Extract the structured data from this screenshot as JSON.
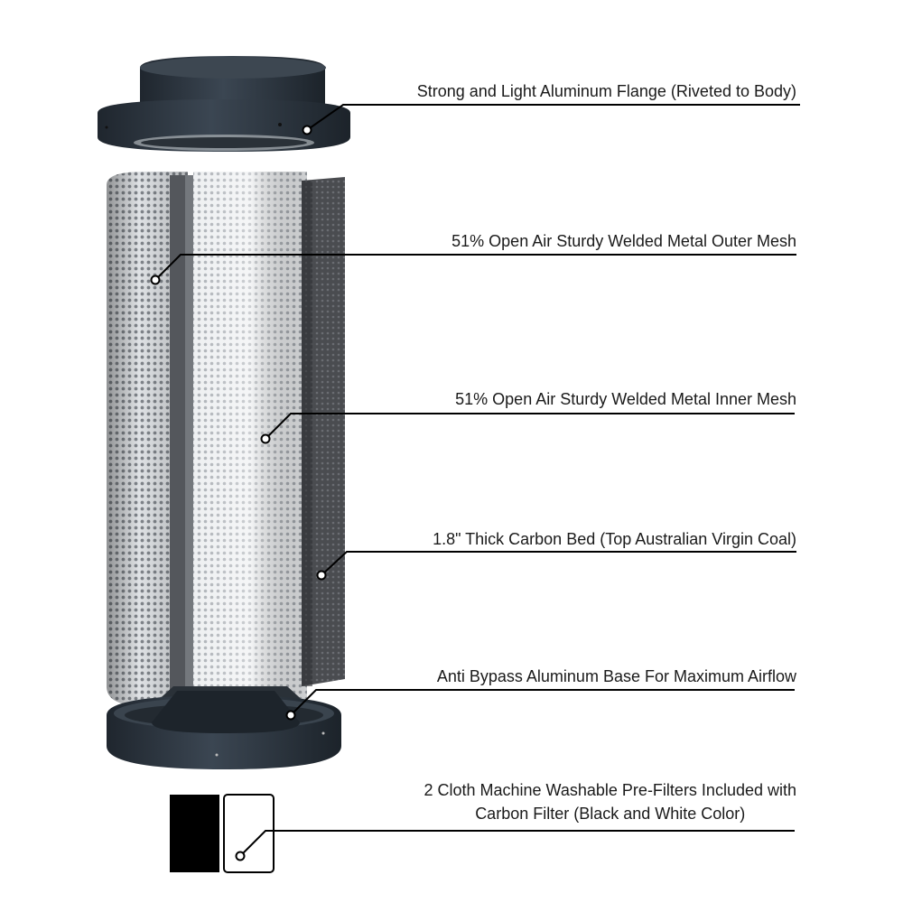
{
  "callouts": {
    "flange": "Strong and Light Aluminum Flange (Riveted to Body)",
    "outer_mesh": "51% Open Air Sturdy Welded Metal Outer Mesh",
    "inner_mesh": "51% Open Air Sturdy Welded Metal Inner  Mesh",
    "carbon_bed": "1.8\" Thick Carbon Bed (Top Australian Virgin Coal)",
    "base": "Anti Bypass Aluminum Base For Maximum Airflow",
    "prefilter_line1": "2 Cloth Machine Washable Pre-Filters Included with",
    "prefilter_line2": "Carbon Filter (Black and White Color)"
  },
  "colors": {
    "flange_dark": "#2c3540",
    "mesh_silver": "#c9ccd0",
    "carbon_dark": "#45474b",
    "line": "#000000",
    "prefilter_black": "#000000",
    "prefilter_white": "#ffffff"
  }
}
